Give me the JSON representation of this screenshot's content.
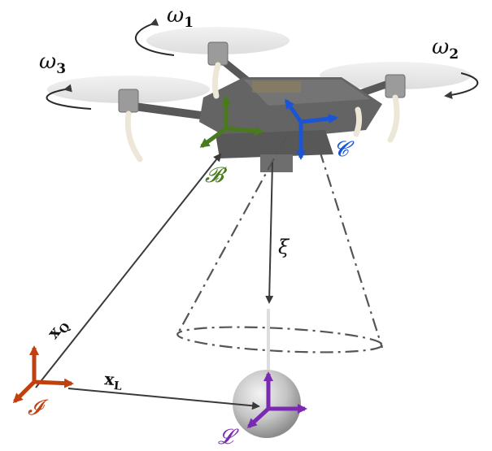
{
  "rotors": {
    "omega1": {
      "symbol": "ω",
      "subscript": "1"
    },
    "omega2": {
      "symbol": "ω",
      "subscript": "2"
    },
    "omega3": {
      "symbol": "ω",
      "subscript": "3"
    }
  },
  "frames": {
    "body": {
      "label": "𝓑",
      "color": "#4a7a1e"
    },
    "camera": {
      "label": "𝓒",
      "color": "#1a55d6"
    },
    "inertial": {
      "label": "𝓘",
      "color": "#c0400f"
    },
    "load": {
      "label": "𝓛",
      "color": "#7a2ab0"
    }
  },
  "vectors": {
    "xq": {
      "main": "x",
      "subscript": "Q"
    },
    "xl": {
      "main": "x",
      "subscript": "L"
    },
    "xi": {
      "symbol": "ξ"
    }
  },
  "colors": {
    "arrow": "#3a3a3a",
    "cone": "#555555",
    "drone_body": "#3c3c3c",
    "rotor_disc": "#e4e4e4",
    "payload": "#bdbdbd"
  }
}
